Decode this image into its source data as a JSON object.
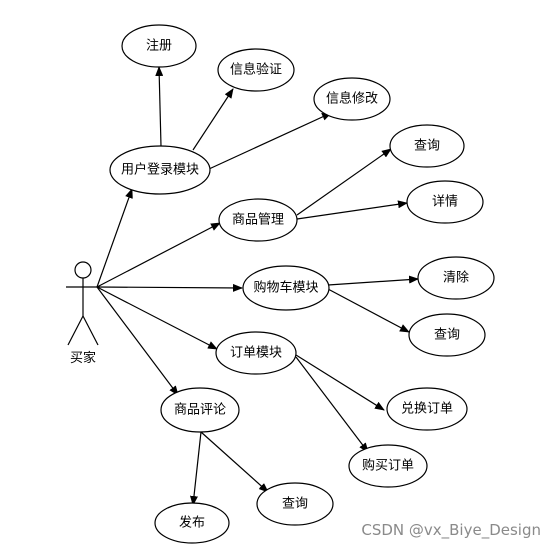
{
  "actor": {
    "label": "买家"
  },
  "nodes": {
    "login": "用户登录模块",
    "register": "注册",
    "verify": "信息验证",
    "modify": "信息修改",
    "product_mgmt": "商品管理",
    "product_query": "查询",
    "product_detail": "详情",
    "cart": "购物车模块",
    "cart_clear": "清除",
    "cart_query": "查询",
    "order": "订单模块",
    "order_exchange": "兑换订单",
    "order_buy": "购买订单",
    "review": "商品评论",
    "review_publish": "发布",
    "review_query": "查询"
  },
  "watermark": "CSDN @vx_Biye_Design"
}
